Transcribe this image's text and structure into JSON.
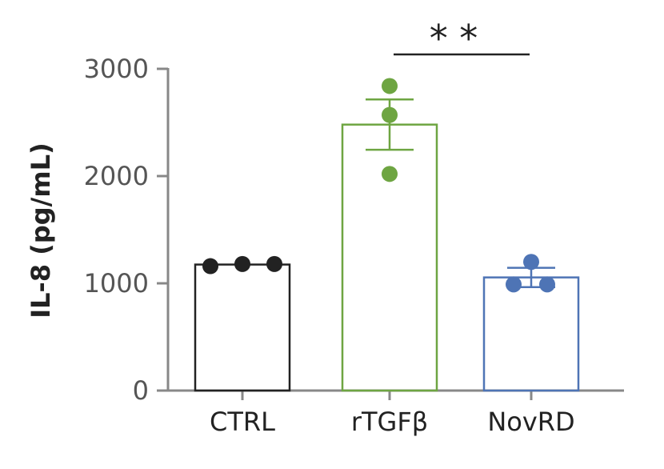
{
  "chart_data": {
    "type": "bar",
    "ylabel": "IL-8 (pg/mL)",
    "ylim": [
      0,
      3000
    ],
    "yticks": [
      0,
      1000,
      2000,
      3000
    ],
    "ytick_labels": [
      "0",
      "1000",
      "2000",
      "3000"
    ],
    "categories": [
      "CTRL",
      "rTGFβ",
      "NovRD"
    ],
    "values": [
      1175,
      2480,
      1055
    ],
    "errors": [
      0,
      235,
      90
    ],
    "points": [
      [
        1160,
        1180,
        1180
      ],
      [
        2840,
        2570,
        2020
      ],
      [
        1200,
        990,
        990
      ]
    ],
    "colors": [
      "#222222",
      "#6ea542",
      "#4e74b5"
    ],
    "grid": false,
    "significance": {
      "label": "* *",
      "from": "rTGFβ",
      "to": "NovRD"
    }
  }
}
